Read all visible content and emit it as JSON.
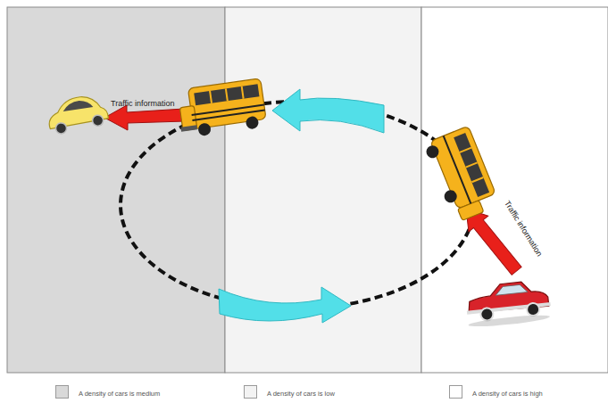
{
  "diagram": {
    "labels": [
      "Traffic information",
      "Traffic information"
    ],
    "legend": [
      {
        "text": "A density of cars is medium",
        "color": "#d9d9d9"
      },
      {
        "text": "A density of cars is low",
        "color": "#f3f3f3"
      },
      {
        "text": "A density of cars is high",
        "color": "#ffffff"
      }
    ]
  }
}
